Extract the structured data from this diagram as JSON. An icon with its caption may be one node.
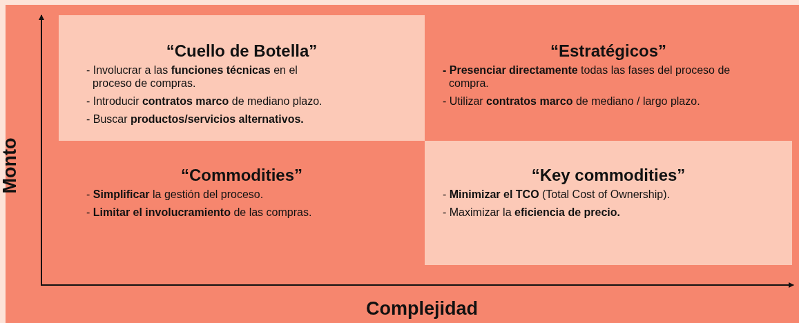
{
  "diagram": {
    "nodes": [
      {
        "text": [
          "“Cuello de Botella”",
          "- Involucrar a las **funciones técnicas** en el proceso de compras.",
          "- Introducir **contratos marco** de mediano plazo.",
          "- Buscar **productos/servicios alternativos.**"
        ]
      },
      {
        "text": [
          "“Estratégicos”",
          "**- Presenciar directamente** todas las fases del proceso de compra.",
          "- Utilizar **contratos marco** de mediano / largo plazo."
        ]
      },
      {
        "text": [
          "“Commodities”",
          "- **Simplificar** la gestión del proceso.",
          "- **Limitar el involucramiento** de las compras."
        ]
      },
      {
        "text": [
          "“Key commodities”",
          "- **Minimizar el TCO** (Total Cost of Ownership).",
          "- Maximizar la **eficiencia de precio.**"
        ]
      }
    ],
    "labels": [
      "Monto",
      "Complejidad"
    ]
  }
}
